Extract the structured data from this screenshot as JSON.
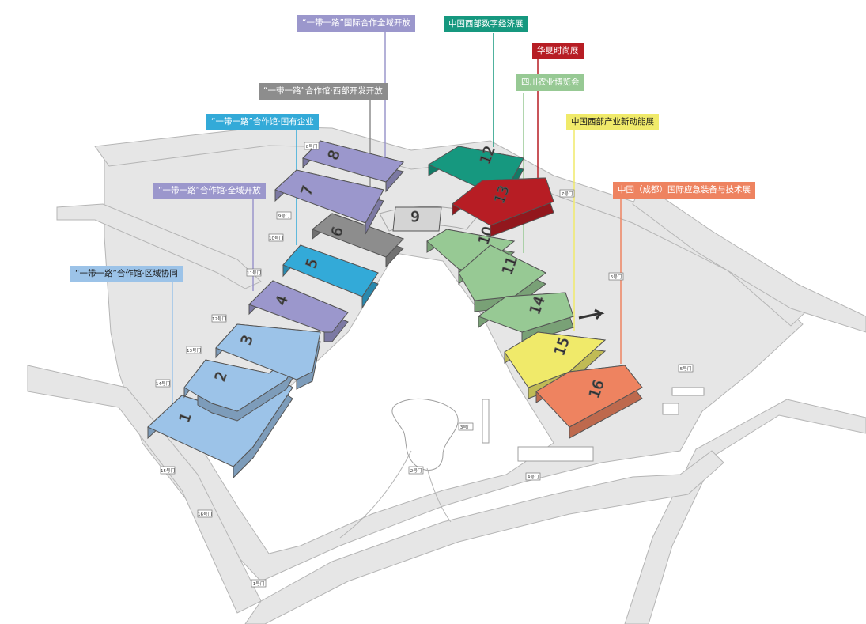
{
  "halls": [
    {
      "key": "h1",
      "num": "1",
      "color": "#9cc3e8"
    },
    {
      "key": "h2",
      "num": "2",
      "color": "#9cc3e8"
    },
    {
      "key": "h3",
      "num": "3",
      "color": "#9cc3e8"
    },
    {
      "key": "h4",
      "num": "4",
      "color": "#9b97cc"
    },
    {
      "key": "h5",
      "num": "5",
      "color": "#33aad8"
    },
    {
      "key": "h6",
      "num": "6",
      "color": "#8d8d8d"
    },
    {
      "key": "h7",
      "num": "7",
      "color": "#9b97cc"
    },
    {
      "key": "h8",
      "num": "8",
      "color": "#9b97cc"
    },
    {
      "key": "h9",
      "num": "9",
      "color": "#d4d4d4"
    },
    {
      "key": "h10",
      "num": "10",
      "color": "#97c994"
    },
    {
      "key": "h11",
      "num": "11",
      "color": "#97c994"
    },
    {
      "key": "h12",
      "num": "12",
      "color": "#16987f"
    },
    {
      "key": "h13",
      "num": "13",
      "color": "#b71d24"
    },
    {
      "key": "h14",
      "num": "14",
      "color": "#97c994"
    },
    {
      "key": "h15",
      "num": "15",
      "color": "#f0ea6a"
    },
    {
      "key": "h16",
      "num": "16",
      "color": "#ee8360"
    }
  ],
  "labels": [
    {
      "key": "l1",
      "text": "“一带一路”国际合作全域开放",
      "color": "#9b97cc",
      "text_color": "#ffffff"
    },
    {
      "key": "l2",
      "text": "“一带一路”合作馆·西部开发开放",
      "color": "#8d8d8d",
      "text_color": "#ffffff"
    },
    {
      "key": "l3",
      "text": "“一带一路”合作馆·国有企业",
      "color": "#33aad8",
      "text_color": "#ffffff"
    },
    {
      "key": "l4",
      "text": "“一带一路”合作馆·全域开放",
      "color": "#9b97cc",
      "text_color": "#ffffff"
    },
    {
      "key": "l5",
      "text": "“一带一路”合作馆·区域协同",
      "color": "#9cc3e8",
      "text_color": "#1a1a1a"
    },
    {
      "key": "l6",
      "text": "中国西部数字经济展",
      "color": "#16987f",
      "text_color": "#ffffff"
    },
    {
      "key": "l7",
      "text": "华夏时尚展",
      "color": "#b71d24",
      "text_color": "#ffffff"
    },
    {
      "key": "l8",
      "text": "四川农业博览会",
      "color": "#97c994",
      "text_color": "#ffffff"
    },
    {
      "key": "l9",
      "text": "中国西部产业新动能展",
      "color": "#f0ea6a",
      "text_color": "#1a1a1a"
    },
    {
      "key": "l10",
      "text": "中国（成都）国际应急装备与技术展",
      "color": "#ee8360",
      "text_color": "#ffffff"
    }
  ],
  "gates": [
    {
      "key": "g1",
      "text": "1号门"
    },
    {
      "key": "g2",
      "text": "2号门"
    },
    {
      "key": "g3",
      "text": "3号门"
    },
    {
      "key": "g4",
      "text": "4号门"
    },
    {
      "key": "g5",
      "text": "5号门"
    },
    {
      "key": "g6",
      "text": "6号门"
    },
    {
      "key": "g7",
      "text": "7号门"
    },
    {
      "key": "g8",
      "text": "8号门"
    },
    {
      "key": "g9",
      "text": "9号门"
    },
    {
      "key": "g10",
      "text": "10号门"
    },
    {
      "key": "g11",
      "text": "11号门"
    },
    {
      "key": "g12",
      "text": "12号门"
    },
    {
      "key": "g13",
      "text": "13号门"
    },
    {
      "key": "g14",
      "text": "14号门"
    },
    {
      "key": "g15",
      "text": "15号门"
    },
    {
      "key": "g16",
      "text": "16号门"
    }
  ]
}
